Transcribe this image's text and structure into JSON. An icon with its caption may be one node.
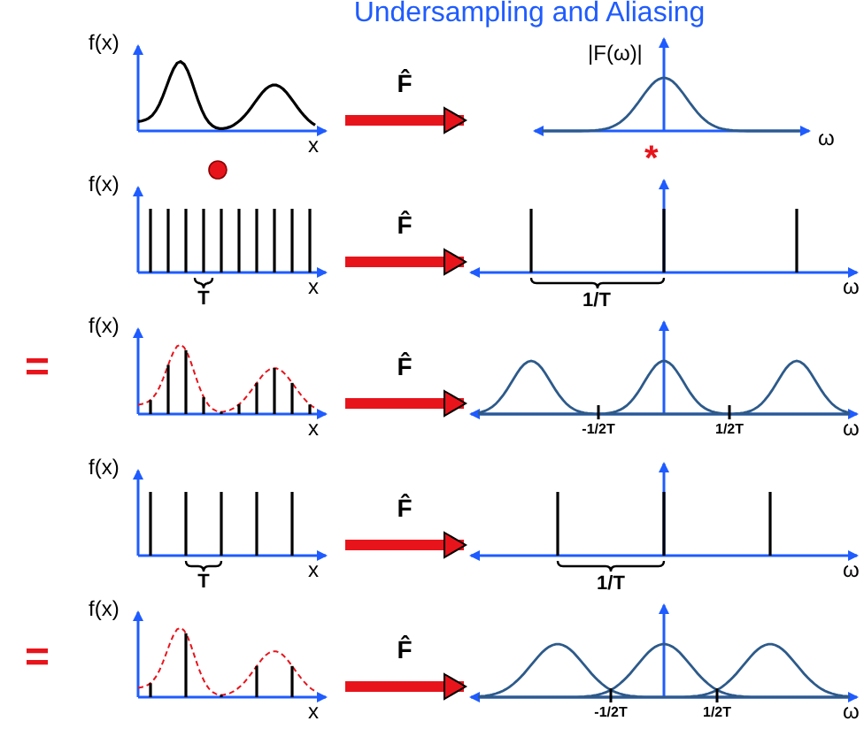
{
  "diagram": {
    "title": "Undersampling and Aliasing",
    "nodes": [
      {
        "text": [
          "f(x)",
          "x"
        ]
      },
      {
        "text": [
          "|F(ω)|",
          "ω"
        ]
      },
      {
        "text": [
          "f(x)",
          "x",
          "T"
        ]
      },
      {
        "text": [
          "ω",
          "1/T"
        ]
      },
      {
        "text": [
          "f(x)",
          "x"
        ]
      },
      {
        "text": [
          "-1/2T",
          "1/2T",
          "ω"
        ]
      },
      {
        "text": [
          "f(x)",
          "x",
          "T"
        ]
      },
      {
        "text": [
          "ω",
          "1/T"
        ]
      },
      {
        "text": [
          "f(x)",
          "x"
        ]
      },
      {
        "text": [
          "-1/2T",
          "1/2T",
          "ω"
        ]
      }
    ],
    "edges": [
      {
        "from": 0,
        "to": 1,
        "arrow": "to",
        "label": "F̂"
      },
      {
        "from": 2,
        "to": 3,
        "arrow": "to",
        "label": "F̂"
      },
      {
        "from": 4,
        "to": 5,
        "arrow": "to",
        "label": "F̂"
      },
      {
        "from": 6,
        "to": 7,
        "arrow": "to",
        "label": "F̂"
      },
      {
        "from": 8,
        "to": 9,
        "arrow": "to",
        "label": "F̂"
      }
    ],
    "labels": [
      "*",
      "=",
      "="
    ]
  }
}
